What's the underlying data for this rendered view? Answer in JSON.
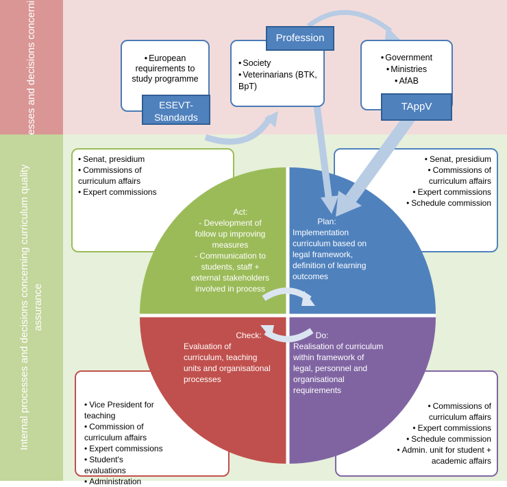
{
  "sidebar": {
    "external": "External processes and decisions concerning curriculum",
    "internal": "Internal processes and decisions concerning curriculum quality assurance"
  },
  "external": {
    "esevt": {
      "items": [
        "European requirements to study programme"
      ],
      "tag": "ESEVT-Standards"
    },
    "profession": {
      "tag": "Profession",
      "items": [
        "Society",
        "Veterinarians (BTK, BpT)"
      ]
    },
    "tappv": {
      "items": [
        "Government",
        "Ministries",
        "AfAB"
      ],
      "tag": "TAppV"
    }
  },
  "internal_boxes": {
    "act": [
      "Senat, presidium",
      "Commissions of curriculum affairs",
      "Expert commissions"
    ],
    "plan": [
      "Senat, presidium",
      "Commissions of curriculum affairs",
      "Expert commissions",
      "Schedule commission"
    ],
    "check": [
      "Vice President for teaching",
      "Commission of curriculum affairs",
      "Expert commissions",
      "Student's evaluations",
      "Administration"
    ],
    "do": [
      "Commissions of curriculum affairs",
      "Expert commissions",
      "Schedule commission",
      "Admin. unit for student + academic affairs"
    ]
  },
  "quadrants": {
    "act": {
      "title": "Act:",
      "lines": [
        "- Development of",
        "follow up improving",
        "measures",
        "- Communication to",
        "students, staff +",
        "external stakeholders",
        "involved in process"
      ]
    },
    "plan": {
      "title": "Plan:",
      "lines": [
        "Implementation",
        "curriculum based on",
        "legal framework,",
        "definition of learning",
        "outcomes"
      ]
    },
    "check": {
      "title": "Check:",
      "lines": [
        "Evaluation of",
        "curriculum, teaching",
        "units and organisational",
        "processes"
      ]
    },
    "do": {
      "title": "Do:",
      "lines": [
        "Realisation of curriculum",
        "within framework of",
        "legal, personnel and",
        "organisational",
        "requirements"
      ]
    }
  },
  "colors": {
    "act": "#9bbb59",
    "plan": "#4f81bd",
    "check": "#c0504d",
    "do": "#8064a2",
    "arrow": "#b8cce4"
  }
}
